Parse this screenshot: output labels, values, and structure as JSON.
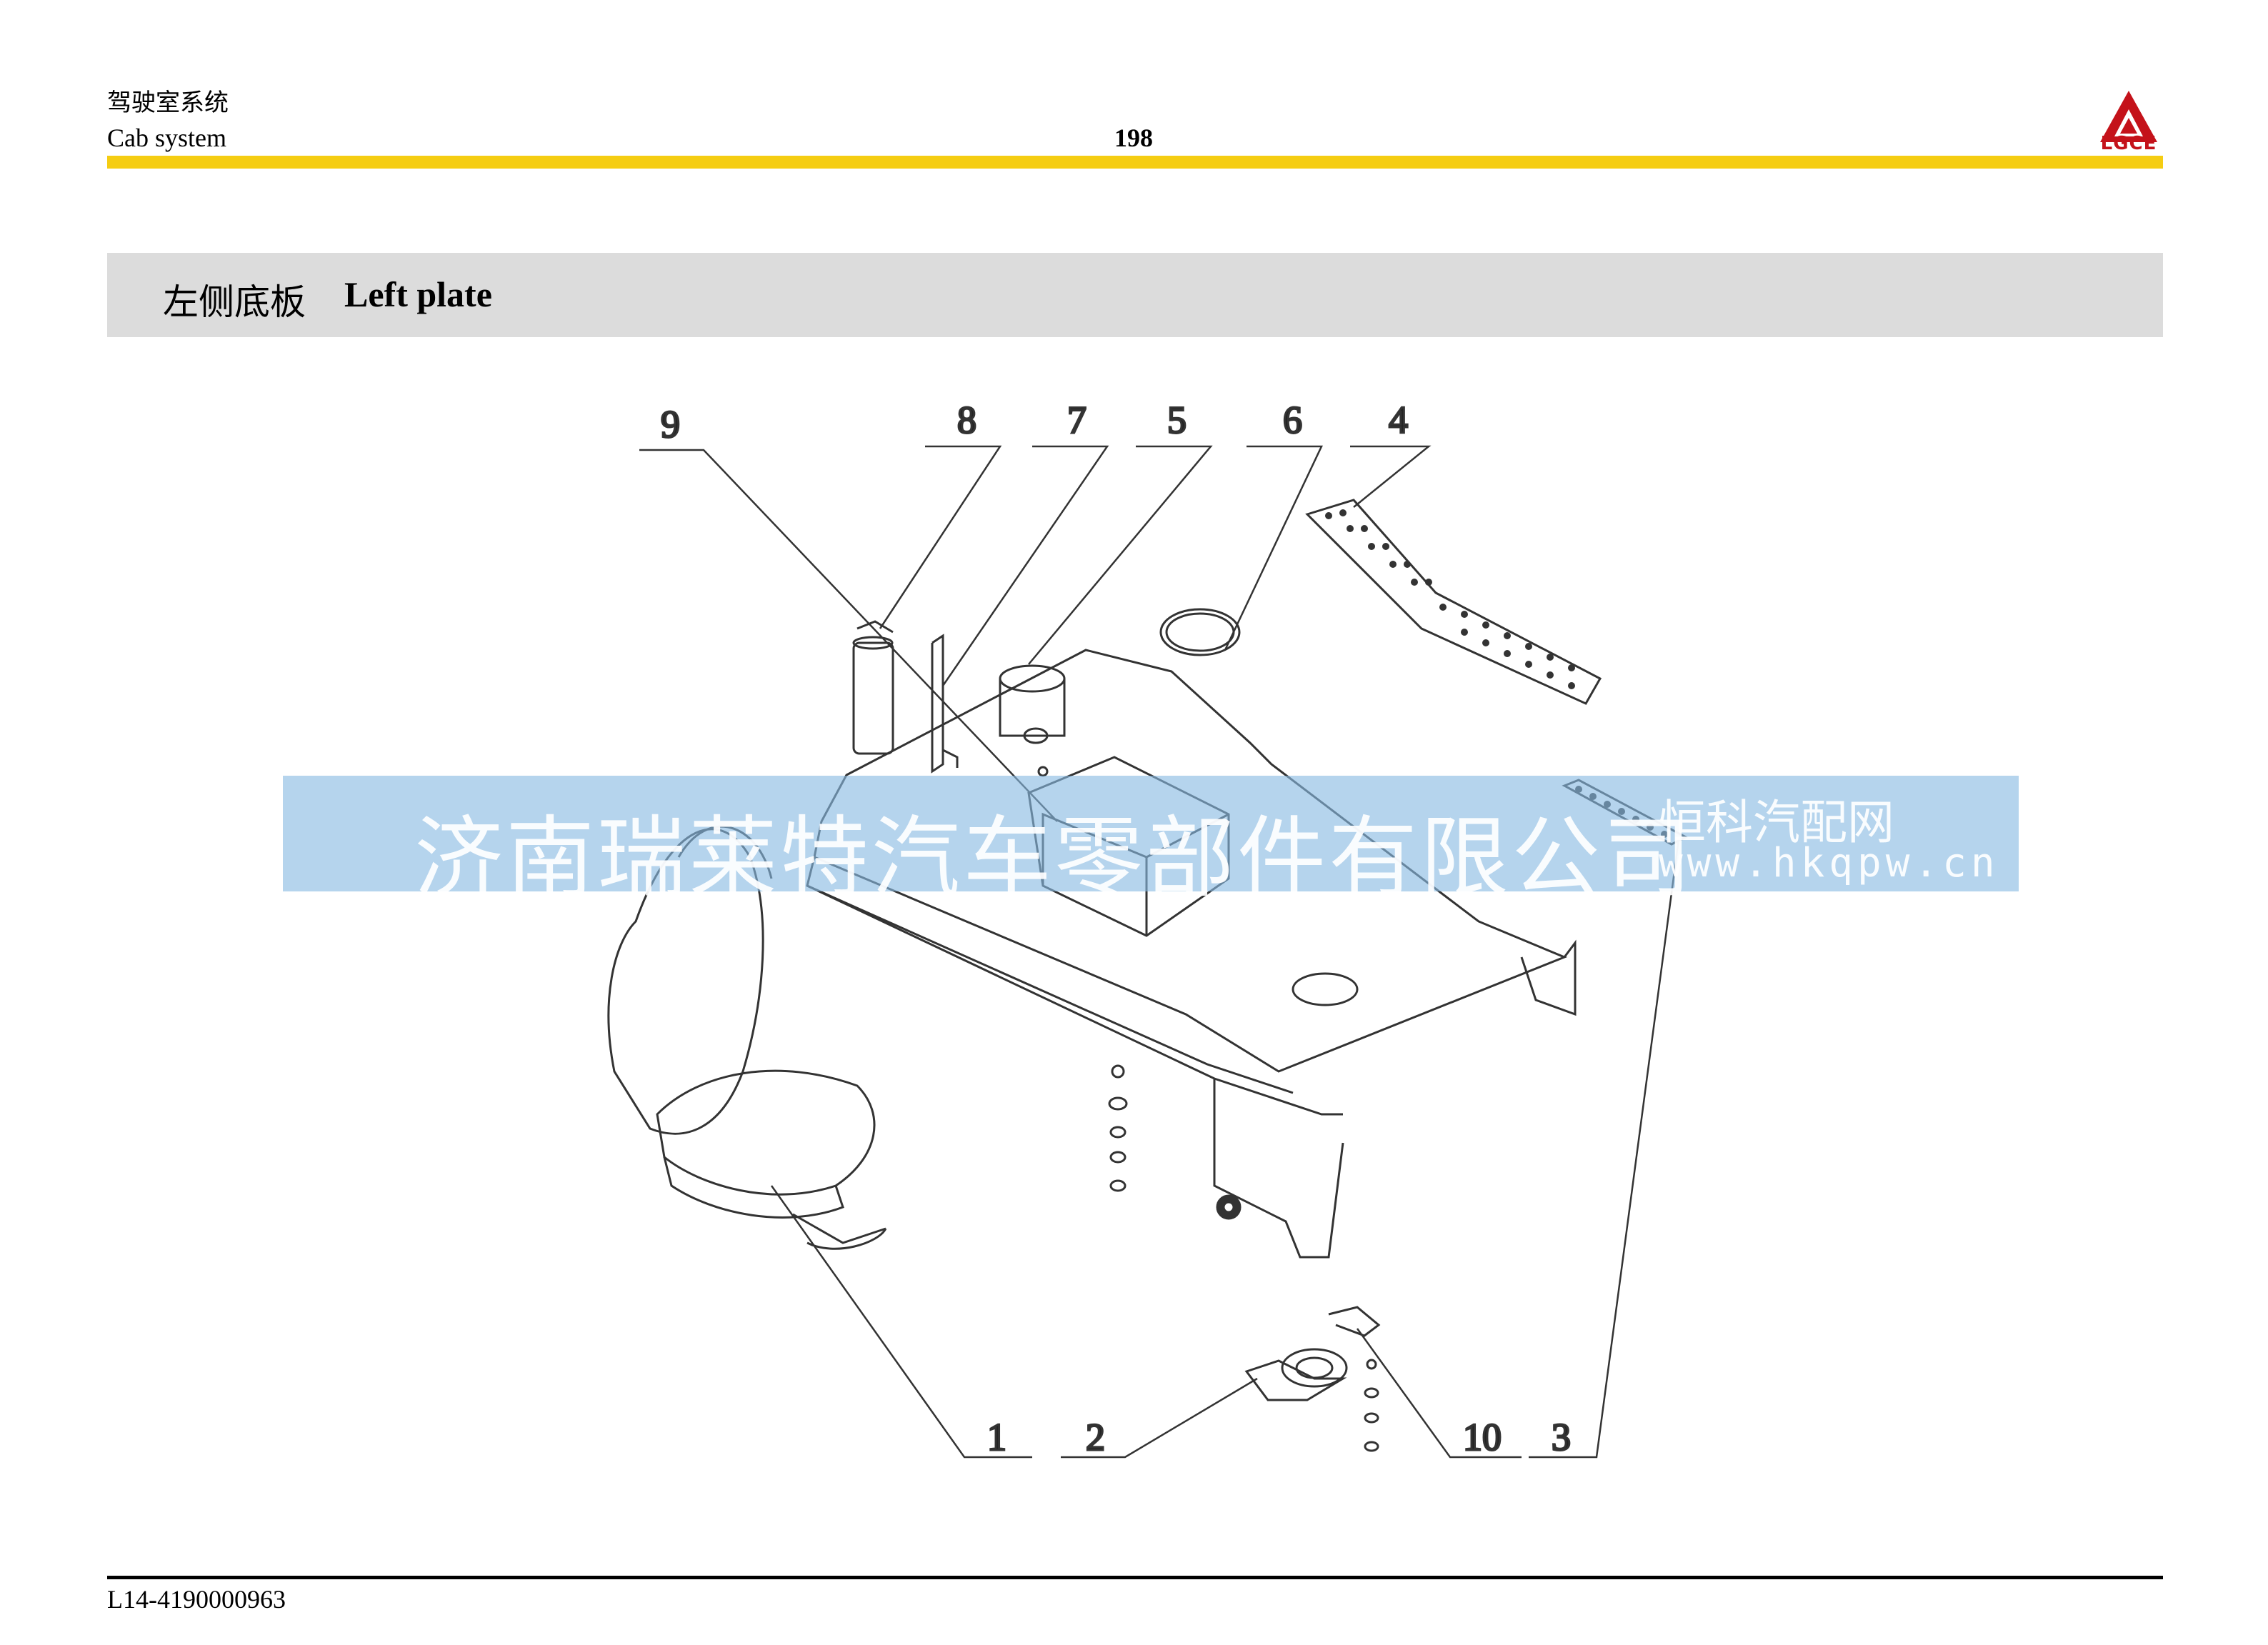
{
  "header": {
    "section_cn": "驾驶室系统",
    "section_en": "Cab system",
    "page_number": "198",
    "logo_text": "LGCE"
  },
  "title": {
    "cn": "左侧底板",
    "en": "Left plate"
  },
  "callouts": [
    "9",
    "8",
    "7",
    "5",
    "6",
    "4",
    "1",
    "2",
    "10",
    "3"
  ],
  "watermark": {
    "company_cn": "济南瑞莱特汽车零部件有限公司",
    "site_cn": "恒科汽配网",
    "site_url": "www.hkqpw.cn"
  },
  "footer": {
    "part_code": "L14-4190000963"
  },
  "colors": {
    "accent_yellow": "#f5cd12",
    "logo_red": "#c4121a",
    "title_band_gray": "#dcdcdc",
    "watermark_blue": "#88bae2"
  }
}
